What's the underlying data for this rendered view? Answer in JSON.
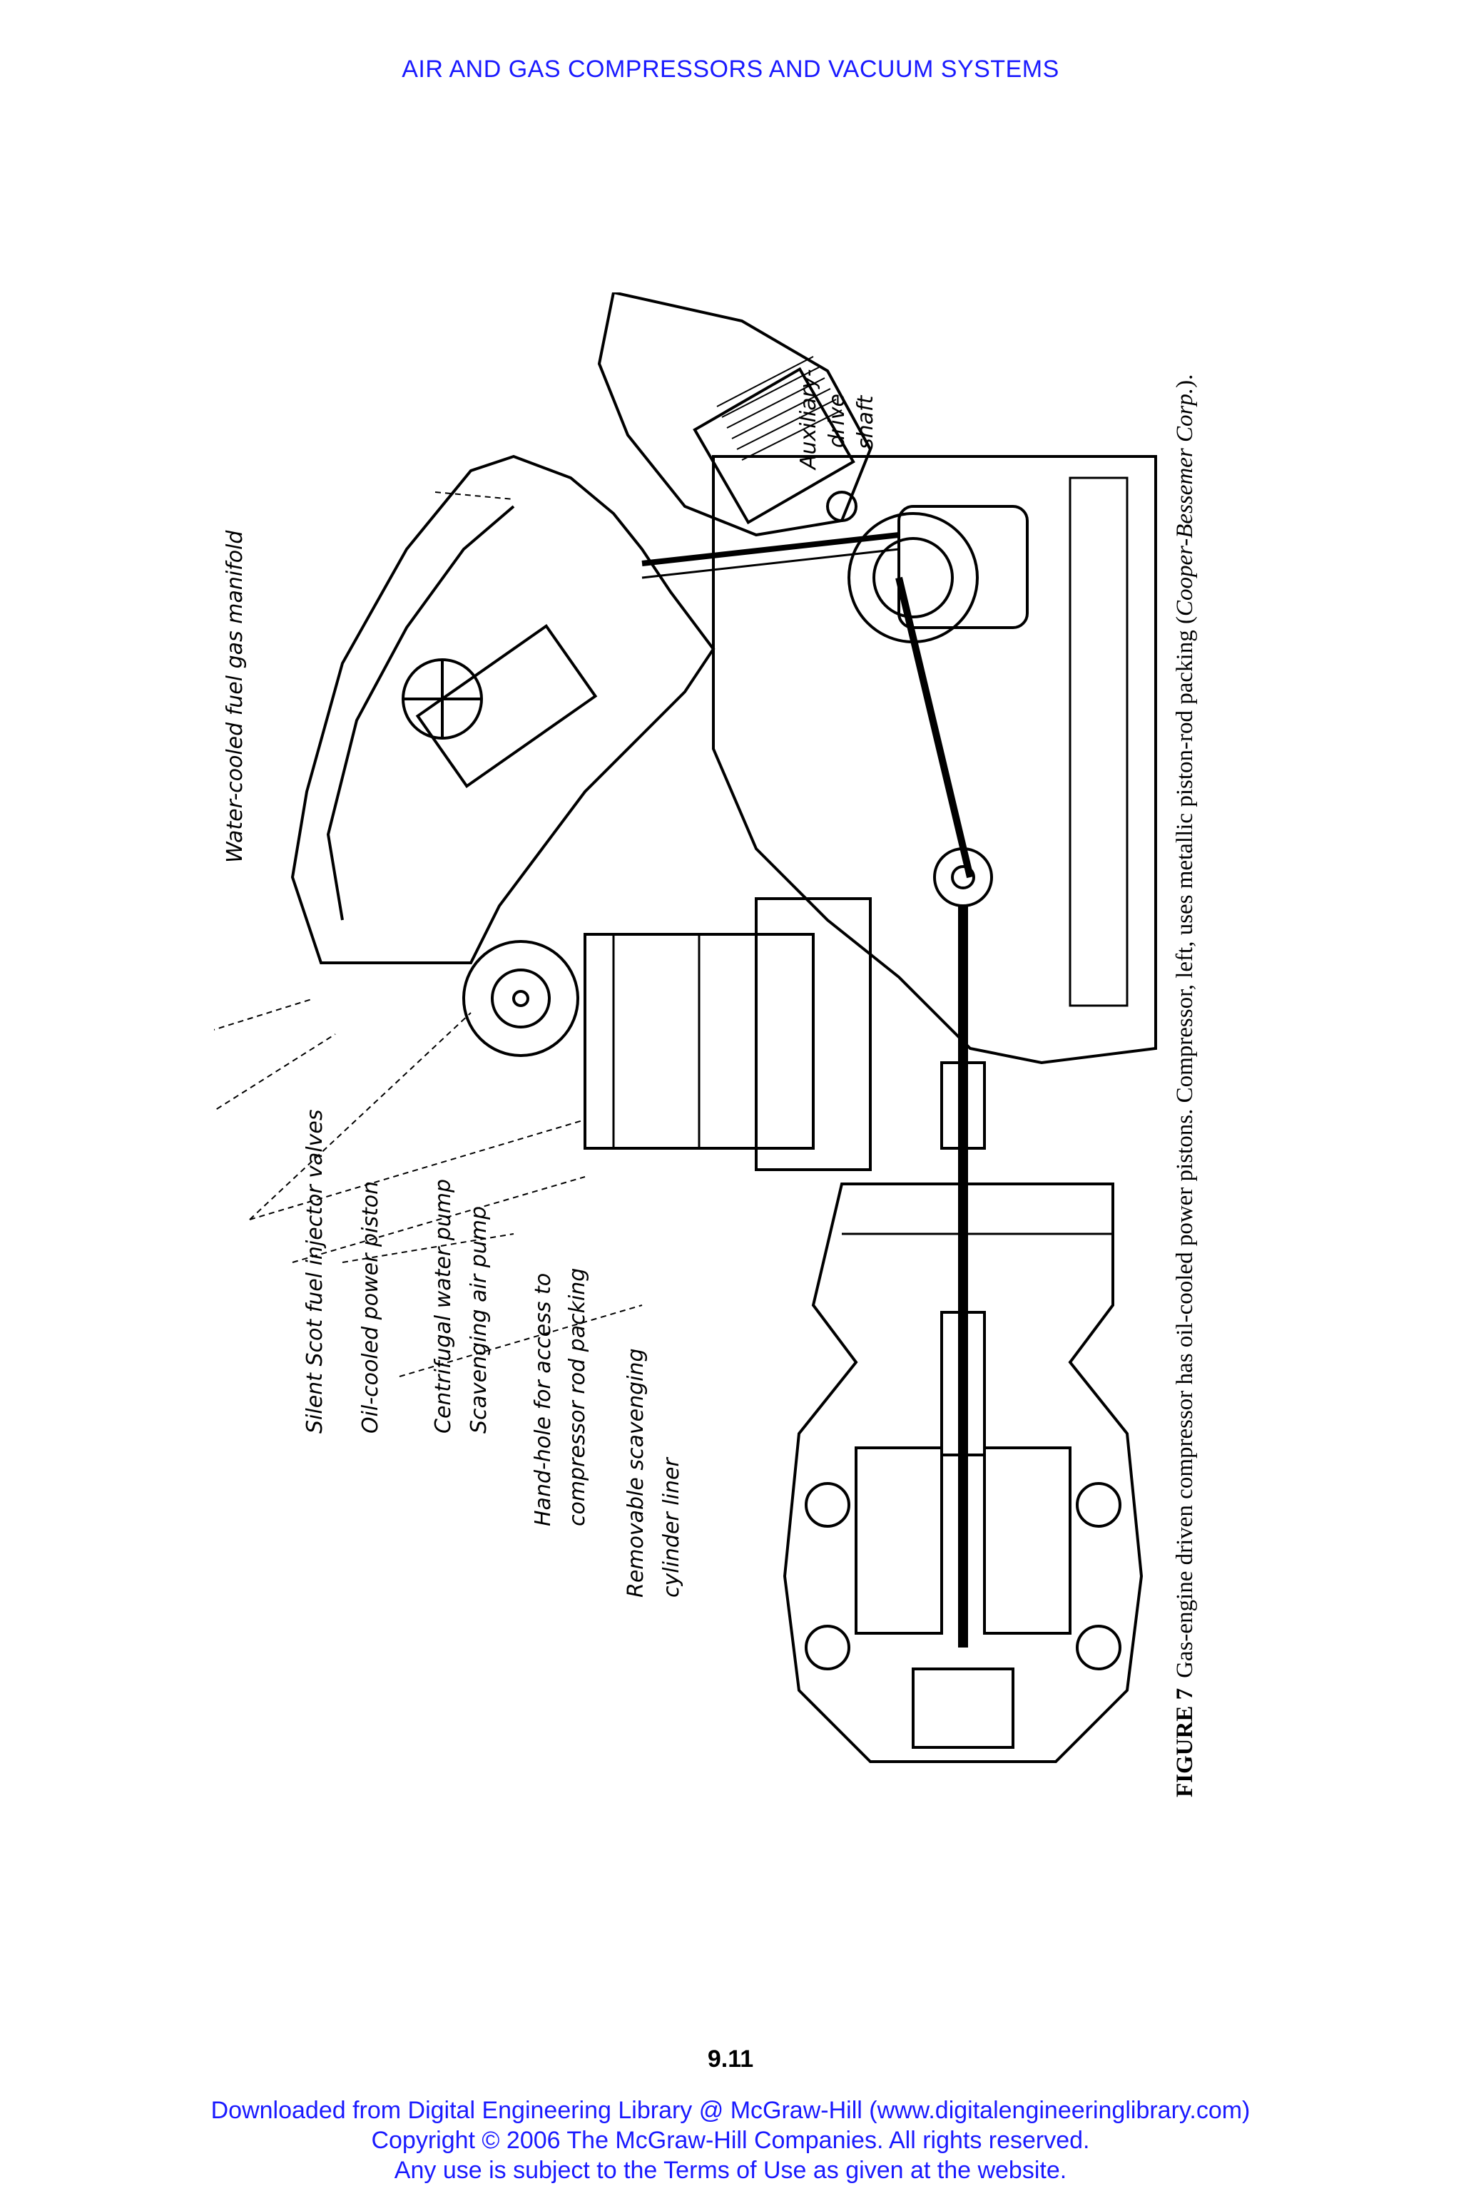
{
  "header": {
    "running_head": "AIR AND GAS COMPRESSORS AND VACUUM SYSTEMS"
  },
  "figure": {
    "labels": {
      "water_manifold": "Water-cooled fuel gas manifold",
      "aux_drive_1": "Auxiliary-",
      "aux_drive_2": "drive",
      "aux_drive_3": "shaft",
      "injector_valves": "Silent Scot fuel injector valves",
      "power_piston": "Oil-cooled power piston",
      "water_pump": "Centrifugal water pump",
      "air_pump": "Scavenging air pump",
      "hand_hole_1": "Hand-hole for access to",
      "hand_hole_2": "compressor rod packing",
      "liner_1": "Removable scavenging",
      "liner_2": "cylinder liner"
    },
    "caption": {
      "number": "FIGURE 7",
      "text": "Gas-engine driven compressor has oil-cooled power pistons. Compressor, left, uses metallic piston-rod packing (",
      "credit": "Cooper-Bessemer Corp.",
      "end": ")."
    }
  },
  "page_number": "9.11",
  "footer": {
    "line1": "Downloaded from Digital Engineering Library @ McGraw-Hill (www.digitalengineeringlibrary.com)",
    "line2": "Copyright © 2006 The McGraw-Hill Companies. All rights reserved.",
    "line3": "Any use is subject to the Terms of Use as given at the website."
  },
  "colors": {
    "link_blue": "#1a1aff",
    "ink": "#000000"
  }
}
